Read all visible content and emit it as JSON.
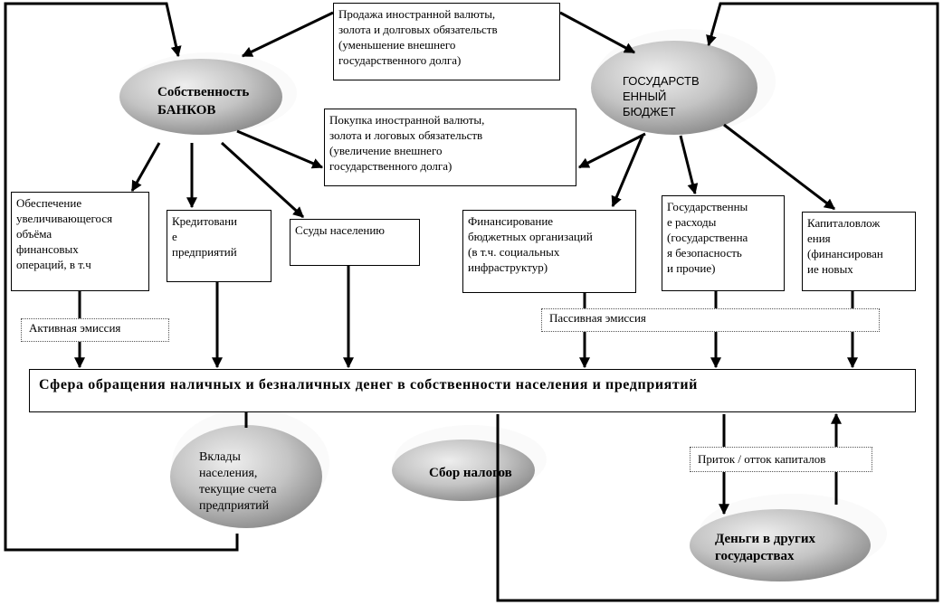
{
  "boxes": {
    "sale_currency": "Продажа иностранной валюты,\nзолота и долговых обязательств\n(уменьшение внешнего\nгосударственного долга)",
    "buy_currency": "Покупка иностранной валюты,\nзолота и логовых обязательств\n(увеличение внешнего\nгосударственного долга)",
    "ensuring": "Обеспечение\nувеличивающегося\nобъёма\nфинансовых\nопераций, в т.ч",
    "crediting": "Кредитовани\nе\nпредприятий",
    "loans": "Ссуды населению",
    "financing": "Финансирование\nбюджетных организаций\n(в т.ч. социальных\nинфраструктур)",
    "gov_expenses": "Государственны\nе расходы\n(государственна\nя безопасность\nи прочие)",
    "capital": "Капиталовлож\nения\n(финансирован\nие новых"
  },
  "labels": {
    "active_emission": "Активная эмиссия",
    "passive_emission": "Пассивная эмиссия",
    "capital_flow": "Приток / отток капиталов"
  },
  "sphere": "Сфера обращения наличных и безналичных денег в собственности населения и предприятий",
  "ellipses": {
    "banks": "Собственность\nБАНКОВ",
    "budget": "ГОСУДАРСТВ\nЕННЫЙ\nБЮДЖЕТ",
    "deposits": "Вклады\nнаселения,\nтекущие счета\nпредприятий",
    "taxes": "Сбор налогов",
    "other_states": "Деньги в других\nгосударствах"
  }
}
